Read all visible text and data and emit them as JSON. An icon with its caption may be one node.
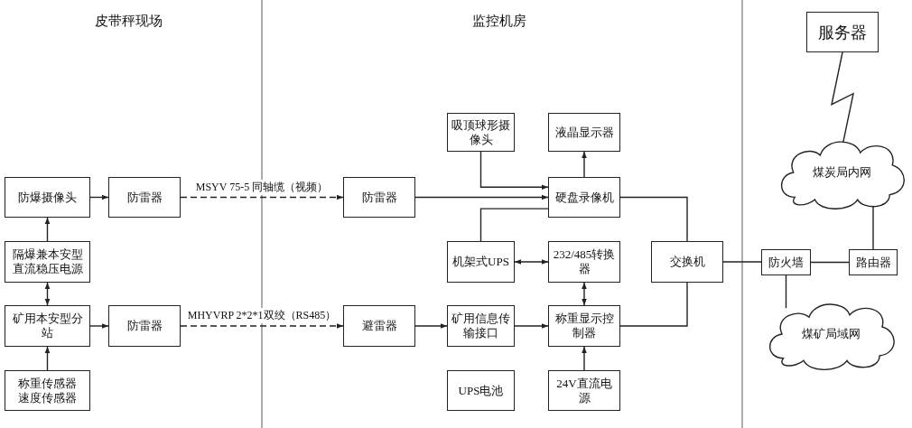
{
  "diagram": {
    "nodes": [
      {
        "text": [
          "服务器"
        ]
      },
      {
        "text": [
          "吸顶球形摄像头"
        ]
      },
      {
        "text": [
          "液晶显示器"
        ]
      },
      {
        "text": [
          "煤炭局内网"
        ]
      },
      {
        "text": [
          "防爆摄像头"
        ]
      },
      {
        "text": [
          "防雷器"
        ]
      },
      {
        "text": [
          "防雷器"
        ]
      },
      {
        "text": [
          "硬盘录像机"
        ]
      },
      {
        "text": [
          "隔爆兼本安型直流稳压电源"
        ]
      },
      {
        "text": [
          "机架式UPS"
        ]
      },
      {
        "text": [
          "232/485转换器"
        ]
      },
      {
        "text": [
          "交换机"
        ]
      },
      {
        "text": [
          "防火墙"
        ]
      },
      {
        "text": [
          "路由器"
        ]
      },
      {
        "text": [
          "矿用本安型分站"
        ]
      },
      {
        "text": [
          "防雷器"
        ]
      },
      {
        "text": [
          "避雷器"
        ]
      },
      {
        "text": [
          "矿用信息传输接口"
        ]
      },
      {
        "text": [
          "称重显示控制器"
        ]
      },
      {
        "text": [
          "煤矿局域网"
        ]
      },
      {
        "text": [
          "称重传感器",
          "速度传感器"
        ]
      },
      {
        "text": [
          "UPS电池"
        ]
      },
      {
        "text": [
          "24V直流电源"
        ]
      }
    ],
    "edges": [
      {
        "from": 4,
        "to": 5,
        "arrow": "to"
      },
      {
        "from": 5,
        "to": 6,
        "arrow": "to",
        "label": "MSYV 75-5 同轴缆（视频）",
        "style": "dashed"
      },
      {
        "from": 6,
        "to": 7,
        "arrow": "to"
      },
      {
        "from": 1,
        "to": 7,
        "arrow": "to"
      },
      {
        "from": 9,
        "to": 7,
        "arrow": "none"
      },
      {
        "from": 7,
        "to": 2,
        "arrow": "to"
      },
      {
        "from": 7,
        "to": 11,
        "arrow": "none"
      },
      {
        "from": 8,
        "to": 4,
        "arrow": "to"
      },
      {
        "from": 8,
        "to": 14,
        "arrow": "both"
      },
      {
        "from": 20,
        "to": 14,
        "arrow": "to"
      },
      {
        "from": 14,
        "to": 15,
        "arrow": "to"
      },
      {
        "from": 15,
        "to": 16,
        "arrow": "to",
        "label": "MHYVRP 2*2*1双绞（RS485）",
        "style": "dashed"
      },
      {
        "from": 16,
        "to": 17,
        "arrow": "to"
      },
      {
        "from": 17,
        "to": 18,
        "arrow": "to"
      },
      {
        "from": 9,
        "to": 10,
        "arrow": "both"
      },
      {
        "from": 10,
        "to": 18,
        "arrow": "both"
      },
      {
        "from": 22,
        "to": 18,
        "arrow": "to"
      },
      {
        "from": 18,
        "to": 11,
        "arrow": "none"
      },
      {
        "from": 11,
        "to": 12,
        "arrow": "none"
      },
      {
        "from": 12,
        "to": 13,
        "arrow": "none"
      },
      {
        "from": 13,
        "to": 3,
        "arrow": "none"
      },
      {
        "from": 12,
        "to": 19,
        "arrow": "none"
      },
      {
        "from": 0,
        "to": 3,
        "arrow": "none"
      }
    ],
    "labels": [
      "皮带秤现场",
      "监控机房"
    ]
  }
}
